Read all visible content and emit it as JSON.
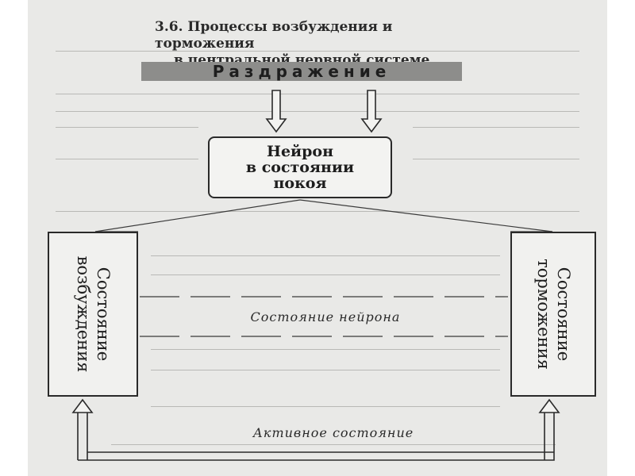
{
  "heading": {
    "line1": "3.6. Процессы возбуждения и торможения",
    "line2": "в центральной нервной системе"
  },
  "diagram": {
    "stimulus": "Раздражение",
    "neuron_rest": [
      "Нейрон",
      "в состоянии",
      "покоя"
    ],
    "excitation": "Состояние\nвозбуждения",
    "inhibition": "Состояние\nторможения",
    "neuron_state": "Состояние нейрона",
    "active_state": "Активное состояние"
  }
}
